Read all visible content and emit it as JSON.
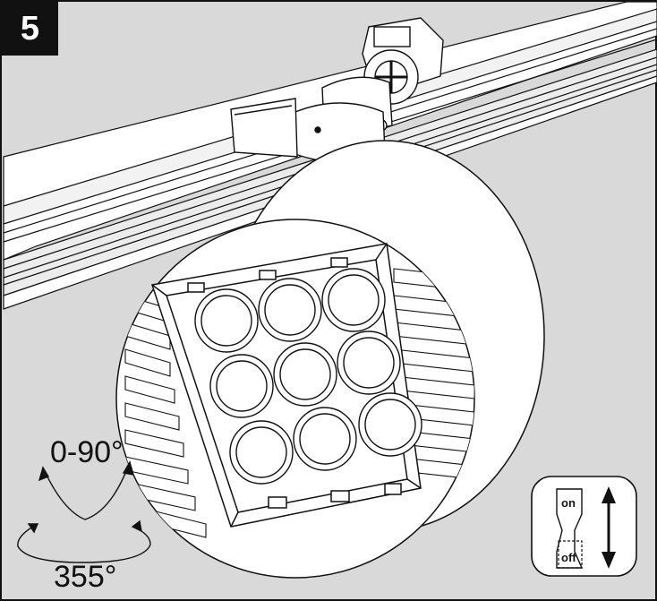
{
  "step": {
    "number": "5"
  },
  "rotation": {
    "tilt_range": "0-90°",
    "pan_range": "355°"
  },
  "switch": {
    "on_label": "on",
    "off_label": "off"
  },
  "colors": {
    "background": "#d9d9d9",
    "outline": "#111111",
    "badge_bg": "#111111",
    "badge_text": "#ffffff",
    "fixture_white": "#ffffff"
  },
  "icons": [
    "step-badge",
    "tilt-arrow-icon",
    "pan-arrow-icon",
    "on-off-switch-icon",
    "up-down-arrow-icon"
  ]
}
